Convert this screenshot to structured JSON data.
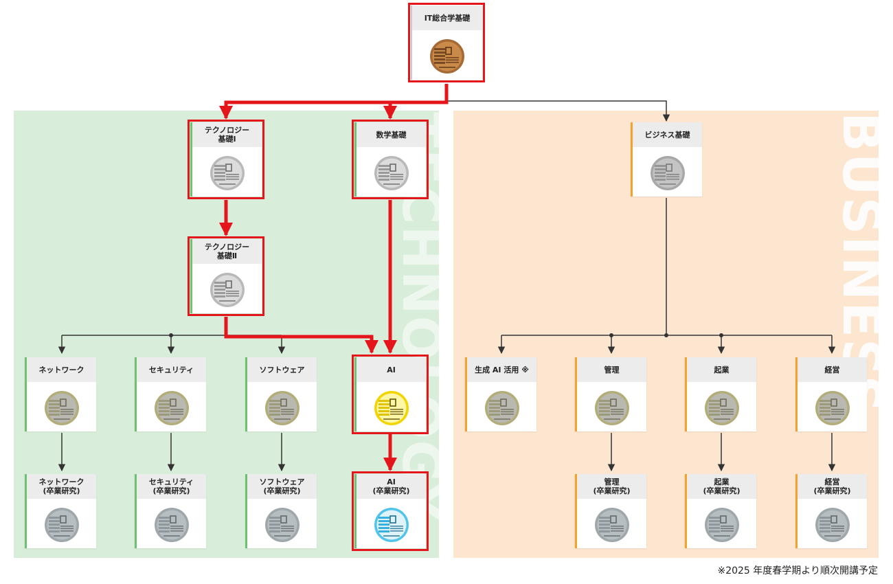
{
  "panels": {
    "technology": {
      "watermark": "TECHNOLOGY",
      "color": "#d9eeda"
    },
    "business": {
      "watermark": "BUSINESS",
      "color": "#fde6d0"
    }
  },
  "colors": {
    "highlight": "#e5151c",
    "tech_accent": "#6cc26e",
    "biz_accent": "#f5a12a",
    "connector": "#333333"
  },
  "nodes": {
    "it_general": {
      "label": "IT総合学基礎",
      "badge": "bronze"
    },
    "tech_1": {
      "label": "テクノロジー\n基礎Ⅰ",
      "badge": "silver"
    },
    "math": {
      "label": "数学基礎",
      "badge": "silver"
    },
    "business_basic": {
      "label": "ビジネス基礎",
      "badge": "gray"
    },
    "tech_2": {
      "label": "テクノロジー\n基礎Ⅱ",
      "badge": "silver"
    },
    "network": {
      "label": "ネットワーク",
      "badge": "olive"
    },
    "security": {
      "label": "セキュリティ",
      "badge": "olive"
    },
    "software": {
      "label": "ソフトウェア",
      "badge": "olive"
    },
    "ai": {
      "label": "AI",
      "badge": "gold"
    },
    "gen_ai": {
      "label": "生成 AI 活用 ※",
      "badge": "olive"
    },
    "management": {
      "label": "管理",
      "badge": "olive"
    },
    "startup": {
      "label": "起業",
      "badge": "olive"
    },
    "executive": {
      "label": "経営",
      "badge": "olive"
    },
    "network_research": {
      "label": "ネットワーク\n(卒業研究)",
      "badge": "steel"
    },
    "security_research": {
      "label": "セキュリティ\n(卒業研究)",
      "badge": "steel"
    },
    "software_research": {
      "label": "ソフトウェア\n(卒業研究)",
      "badge": "steel"
    },
    "ai_research": {
      "label": "AI\n(卒業研究)",
      "badge": "blue"
    },
    "management_research": {
      "label": "管理\n(卒業研究)",
      "badge": "steel"
    },
    "startup_research": {
      "label": "起業\n(卒業研究)",
      "badge": "steel"
    },
    "executive_research": {
      "label": "経営\n(卒業研究)",
      "badge": "steel"
    }
  },
  "highlighted_path": [
    "it_general",
    "tech_1",
    "math",
    "tech_2",
    "ai",
    "ai_research"
  ],
  "footnote": "※2025 年度春学期より順次開講予定"
}
